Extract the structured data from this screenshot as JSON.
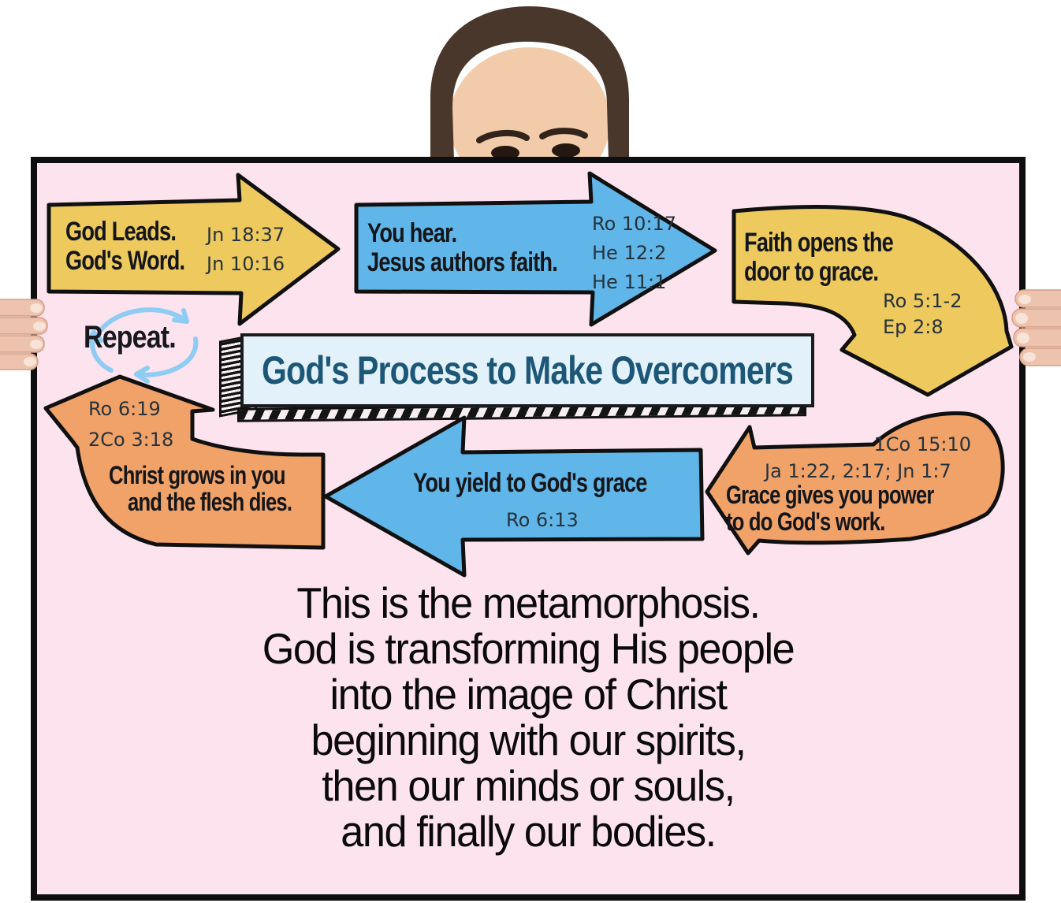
{
  "poster": {
    "banner": {
      "title": "God's Process to Make Overcomers"
    },
    "repeat_label": "Repeat.",
    "steps": [
      {
        "name": "god-leads",
        "color": "#edc95e",
        "label_lines": [
          "God Leads.",
          "God's Word."
        ],
        "refs": [
          "Jn 18:37",
          "Jn 10:16"
        ]
      },
      {
        "name": "you-hear",
        "color": "#60b6e9",
        "label_lines": [
          "You hear.",
          "Jesus authors faith."
        ],
        "refs": [
          "Ro 10:17",
          "He 12:2",
          "He 11:1"
        ]
      },
      {
        "name": "faith-opens-door",
        "color": "#edc95e",
        "label_lines": [
          "Faith opens the",
          "door to grace."
        ],
        "refs": [
          "Ro 5:1-2",
          "Ep 2:8"
        ]
      },
      {
        "name": "grace-gives-power",
        "color": "#f0a269",
        "label_lines": [
          "Grace gives you power",
          "to do God's work."
        ],
        "refs": [
          "1Co 15:10",
          "Ja 1:22, 2:17; Jn 1:7"
        ]
      },
      {
        "name": "you-yield",
        "color": "#60b6e9",
        "label_lines": [
          "You yield to God's grace"
        ],
        "refs": [
          "Ro 6:13"
        ]
      },
      {
        "name": "christ-grows",
        "color": "#f0a269",
        "label_lines": [
          "Christ grows in you",
          "and the flesh dies."
        ],
        "refs": [
          "Ro 6:19",
          "2Co 3:18"
        ]
      }
    ],
    "footer_lines": [
      "This is the metamorphosis.",
      "God is transforming His people",
      "into the image of Christ",
      "beginning with our spirits,",
      "then our minds or souls,",
      "and finally our bodies."
    ],
    "colors": {
      "poster_pink": "#fce3ee",
      "arrow_yellow": "#edc95e",
      "arrow_blue": "#60b6e9",
      "arrow_orange": "#f0a269",
      "banner_bg": "#e3f2fa",
      "banner_text": "#1d5778",
      "outline": "#0e0e0e",
      "repeat_cycle_blue": "#8fccf3"
    }
  }
}
